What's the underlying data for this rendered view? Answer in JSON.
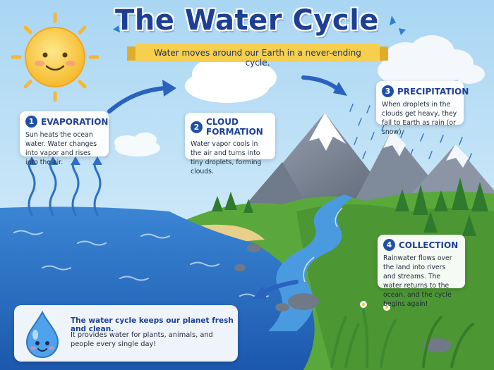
{
  "title": "The Water Cycle",
  "subtitle": "Water moves around our Earth in a never-ending cycle.",
  "steps": [
    {
      "number": "1",
      "title": "EVAPORATION",
      "text": "Sun heats the ocean water. Water changes into vapor and rises into the air."
    },
    {
      "number": "2",
      "title": "CLOUD FORMATION",
      "text": "Water vapor cools in the air and turns into tiny droplets, forming clouds."
    },
    {
      "number": "3",
      "title": "PRECIPITATION",
      "text": "When droplets in the clouds get heavy, they fall to Earth as rain (or snow)."
    },
    {
      "number": "4",
      "title": "COLLECTION",
      "text": "Rainwater flows over the land into rivers and streams. The water returns to the ocean, and the cycle begins again!"
    }
  ],
  "footer": {
    "headline": "The water cycle keeps our planet fresh and clean.",
    "text": "It provides water for plants, animals, and people every single day!"
  },
  "colors": {
    "title": "#1d3f94",
    "ribbon": "#f6cf4f",
    "ocean": "#2a74c9",
    "sky_top": "#a9d6f3",
    "grass": "#5aa83b",
    "mountain": "#7d8795",
    "sun": "#f8c83a"
  },
  "icons": [
    "sun-icon",
    "cloud-icon",
    "rain-icon",
    "mountain-icon",
    "river-icon",
    "water-droplet-mascot-icon",
    "arrow-icon"
  ]
}
